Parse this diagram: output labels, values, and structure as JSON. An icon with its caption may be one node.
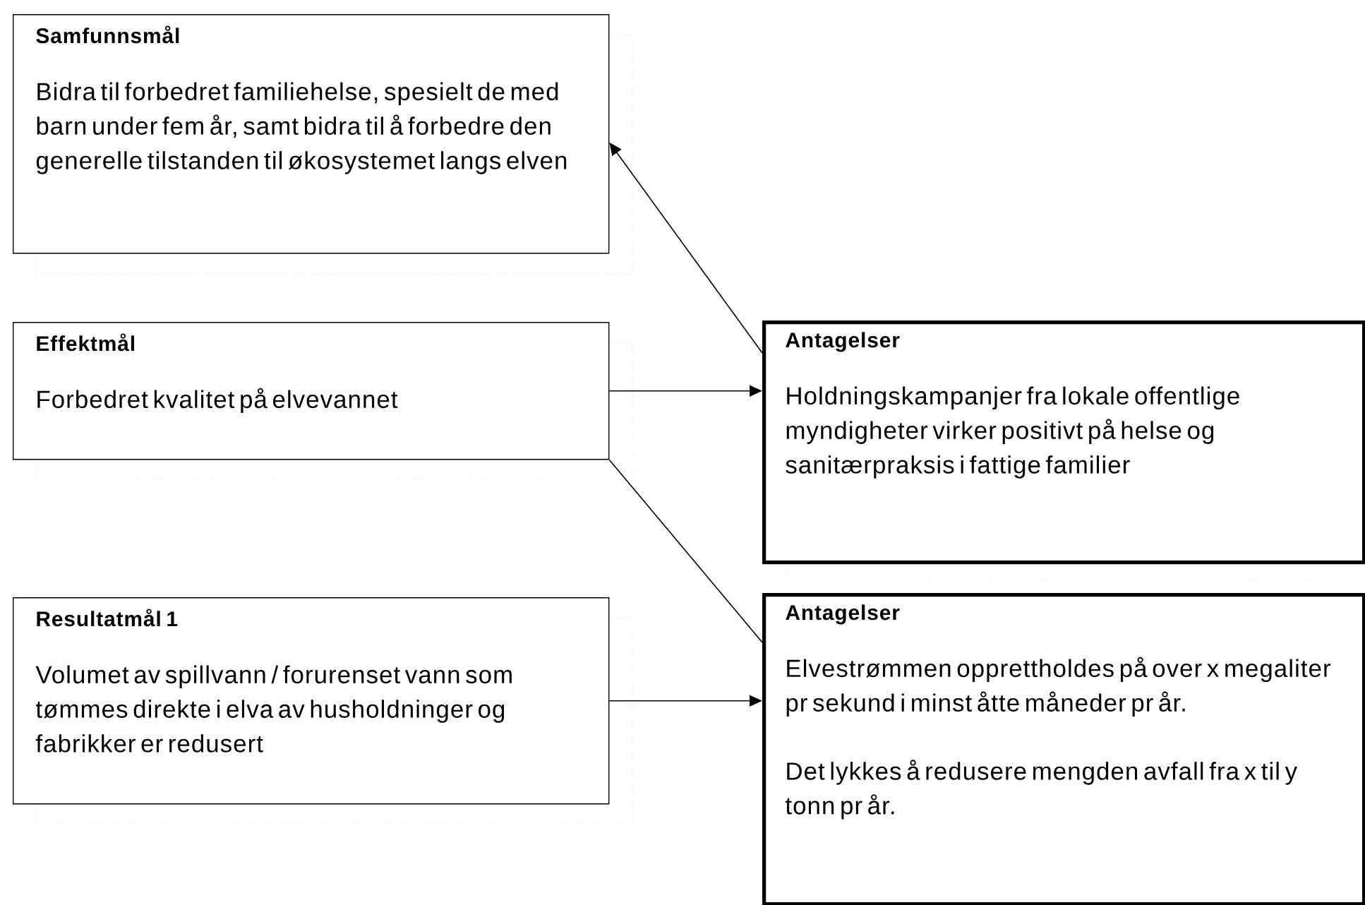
{
  "diagram": {
    "nodes": [
      {
        "text": [
          "Samfunnsmål",
          "Bidra til forbedret familiehelse, spesielt de med barn under fem år, samt bidra til å forbedre den generelle tilstanden til økosystemet langs elven"
        ]
      },
      {
        "text": [
          "Effektmål",
          "Forbedret kvalitet på elvevannet"
        ]
      },
      {
        "text": [
          "Antagelser",
          "Holdningskampanjer fra lokale offentlige myndigheter virker positivt på helse og sanitærpraksis i fattige familier"
        ]
      },
      {
        "text": [
          "Resultatmål 1",
          "Volumet av spillvann / forurenset vann som tømmes direkte i elva av husholdninger og fabrikker er redusert"
        ]
      },
      {
        "text": [
          "Antagelser",
          "Elvestrømmen opprettholdes på over x megaliter pr sekund i minst åtte måneder pr år.",
          "Det lykkes å redusere mengden avfall fra x til y tonn pr år."
        ]
      }
    ],
    "edges": [
      {
        "from": 2,
        "to": 0,
        "arrow": "to"
      },
      {
        "from": 1,
        "to": 2,
        "arrow": "to"
      },
      {
        "from": 1,
        "to": 4,
        "arrow": "none"
      },
      {
        "from": 3,
        "to": 4,
        "arrow": "to"
      }
    ]
  }
}
